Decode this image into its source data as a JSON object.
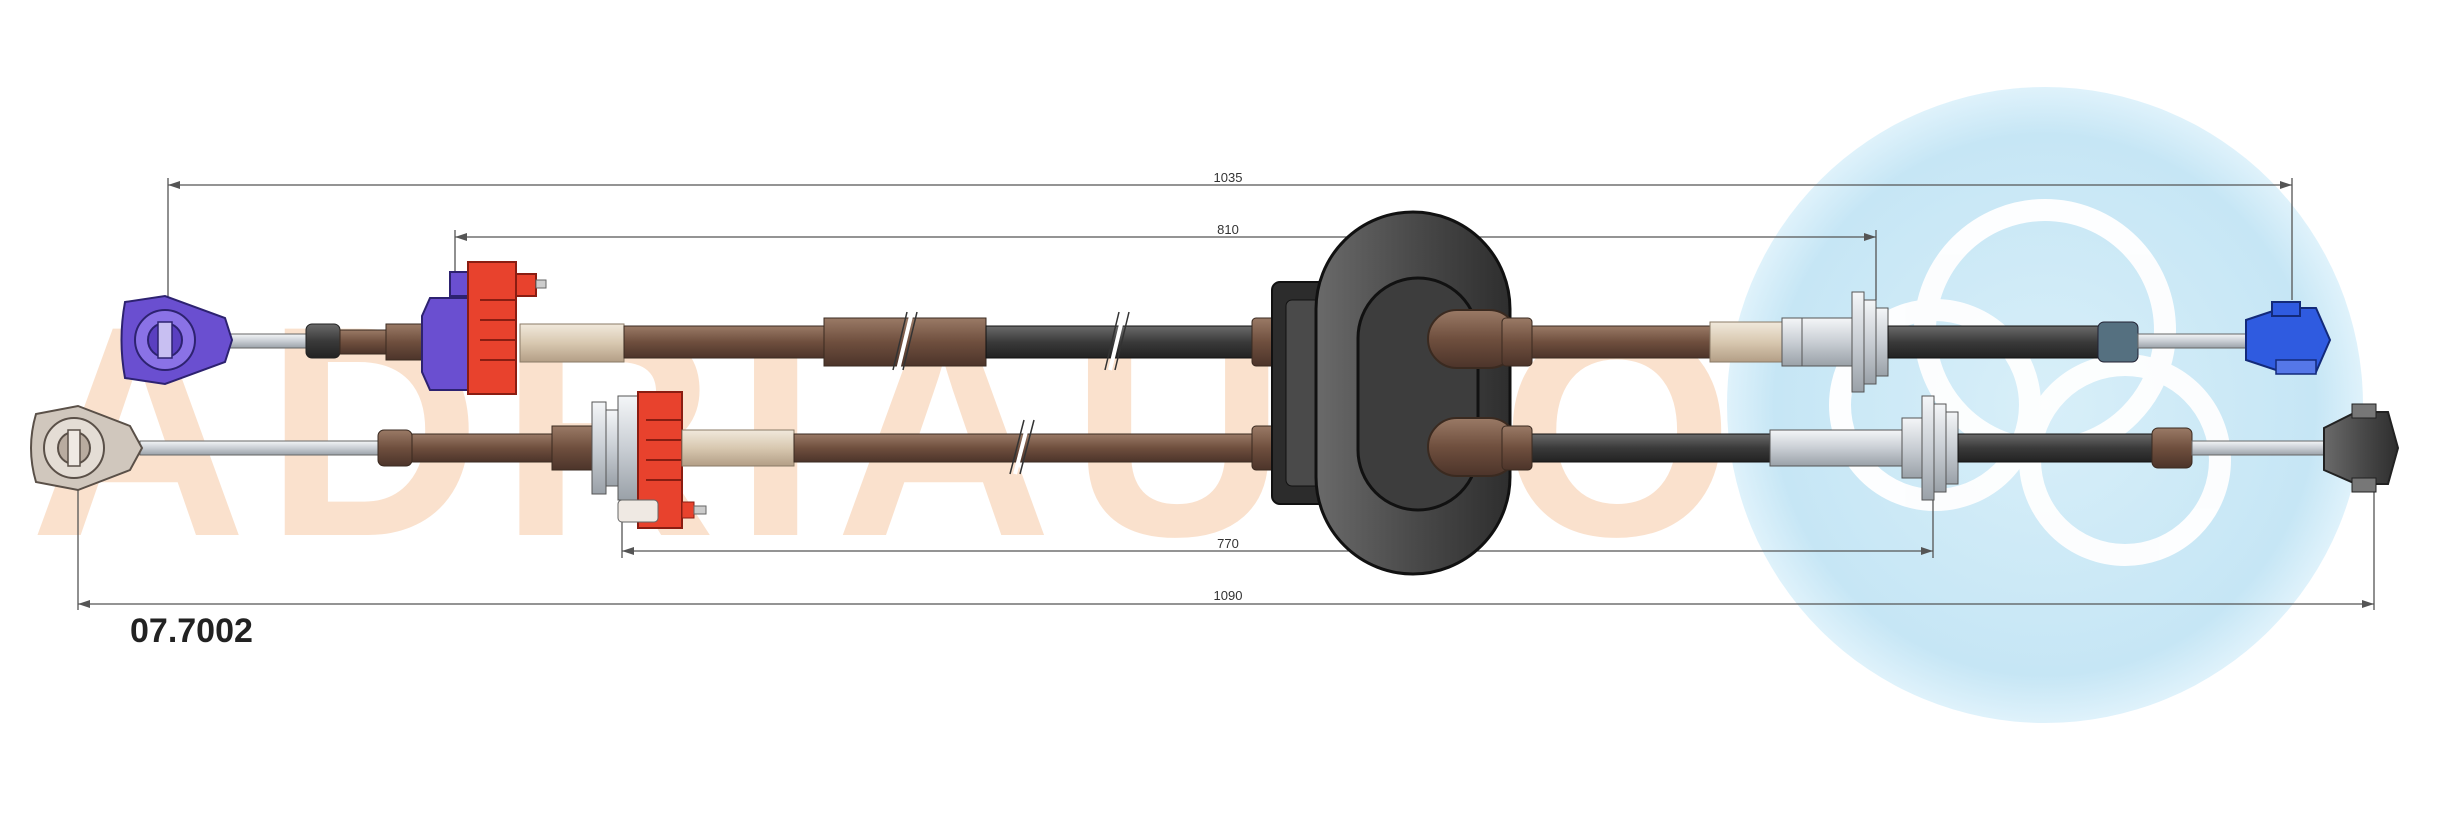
{
  "product": {
    "part_number": "07.7002"
  },
  "watermark": {
    "brand_text": "ADRIAUTO",
    "colors": {
      "text": "#f6caa6",
      "circle": "#cce9f6"
    }
  },
  "dimensions": {
    "upper_total": "1035",
    "upper_inner": "810",
    "lower_inner": "770",
    "lower_total": "1090"
  },
  "colors": {
    "sheath_brown": "#7a5a48",
    "sheath_dark": "#3c3c3c",
    "rod_light": "#d8dde2",
    "clip_red": "#e8422d",
    "clip_blue": "#6a4fd0",
    "end_blue": "#2f5be0",
    "grommet": "#3d3d3d"
  }
}
